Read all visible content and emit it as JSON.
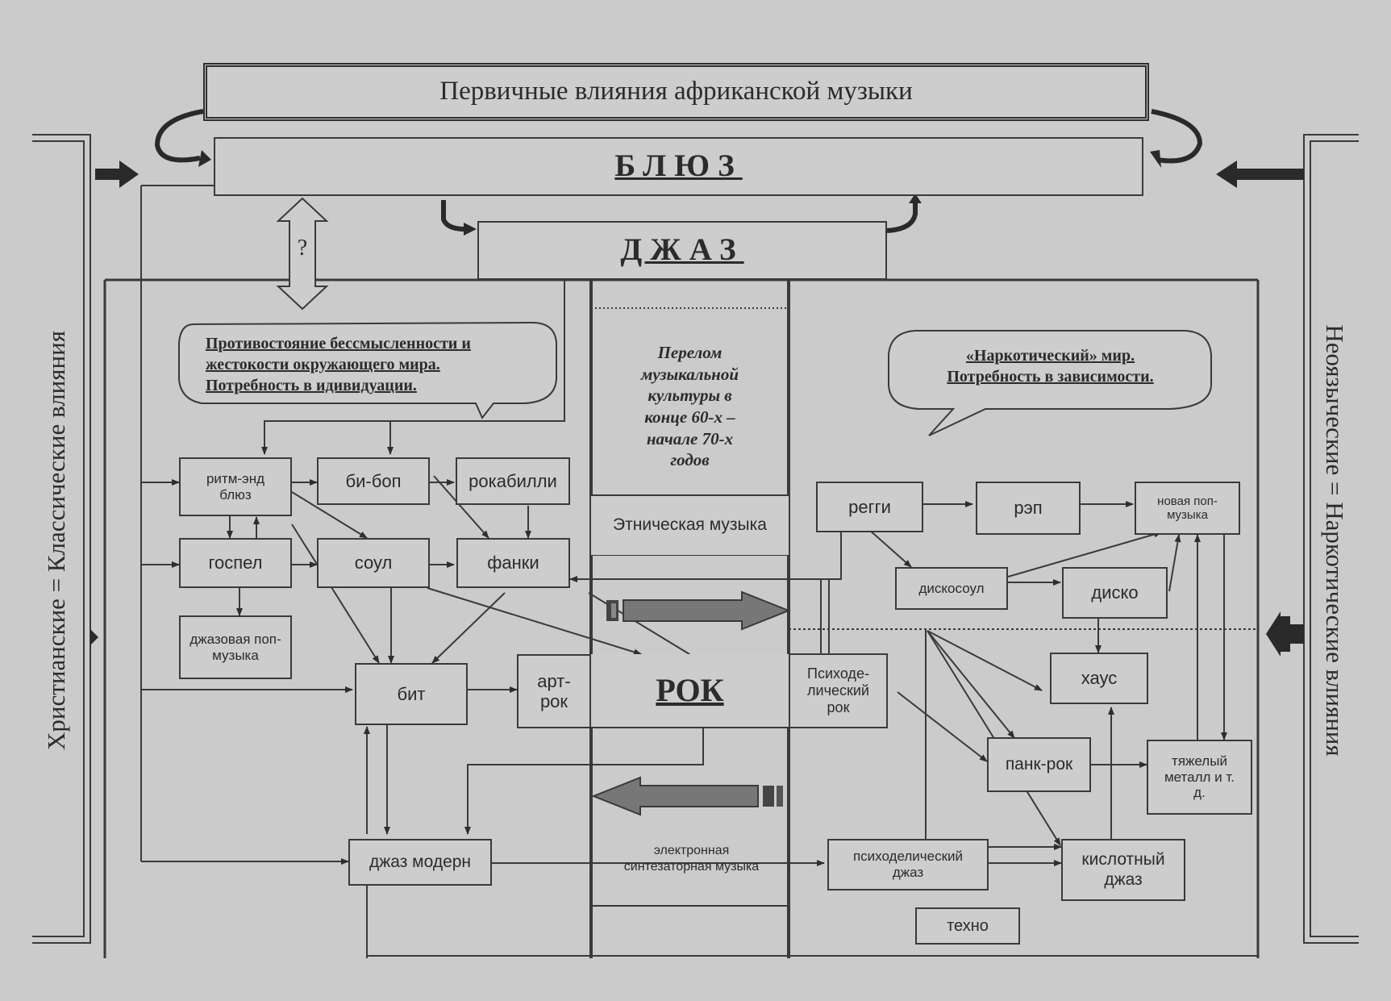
{
  "top": {
    "title": "Первичные  влияния африканской музыки"
  },
  "labels": {
    "question": "?"
  },
  "bubbles": {
    "left": [
      "Противостояние бессмысленности и",
      "жестокости окружающего мира.",
      "Потребность в идивидуации."
    ],
    "right": [
      "«Наркотический» мир.",
      "Потребность в зависимости."
    ]
  },
  "center": {
    "turning_point": [
      "Перелом",
      "музыкальной",
      "культуры в",
      "конце 60-х –",
      "начале 70-х",
      "годов"
    ],
    "ethnic": "Этническая музыка",
    "electronic": [
      "электронная",
      "синтезаторная музыка"
    ]
  },
  "nodes": {
    "blues": "БЛЮЗ",
    "jazz": "ДЖАЗ",
    "rock": "РОК",
    "rnb": "ритм-энд блюз",
    "bebop": "би-боп",
    "rockabilly": "рокабилли",
    "gospel": "госпел",
    "soul": "соул",
    "funk": "фанки",
    "jazz_pop": "джазовая поп-музыка",
    "beat": "бит",
    "art_rock": "арт-рок",
    "modern_jazz": "джаз модерн",
    "psych_rock": "Психоде-лический рок",
    "reggae": "регги",
    "rap": "рэп",
    "new_pop": "новая поп-музыка",
    "disco_soul": "дискосоул",
    "disco": "диско",
    "house": "хаус",
    "punk": "панк-рок",
    "metal": "тяжелый металл и т. д.",
    "psych_jazz": "психоделический джаз",
    "acid_jazz": "кислотный джаз",
    "techno": "техно"
  },
  "sides": {
    "left": "Христианские = Классические влияния",
    "right": "Неоязычеcкие = Наркотические влияния"
  }
}
